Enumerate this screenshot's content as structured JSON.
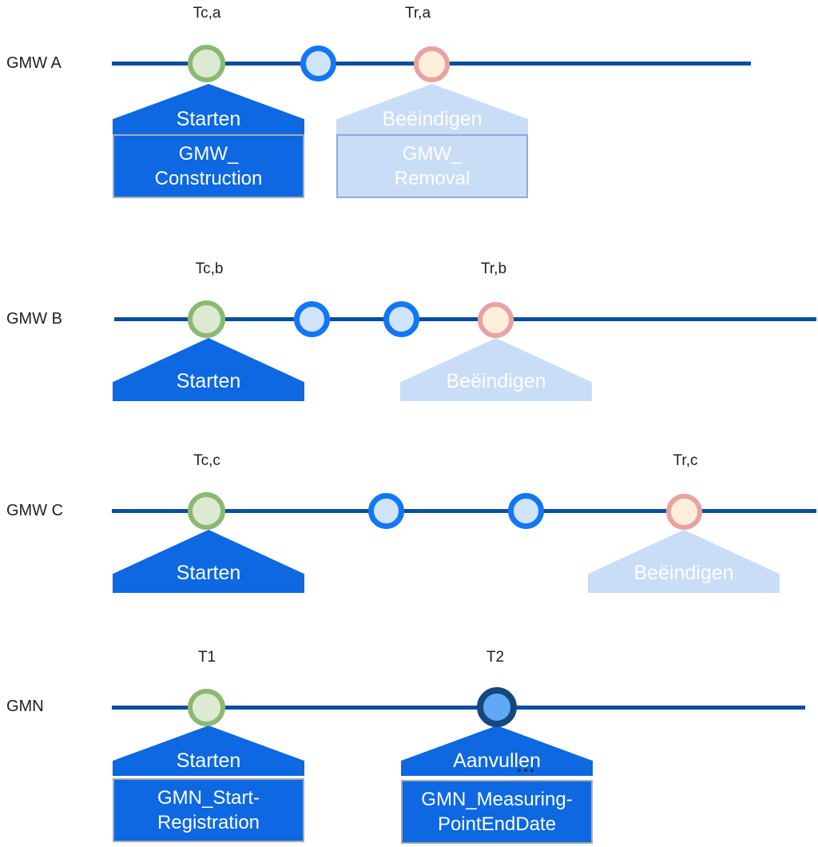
{
  "diagram": {
    "colors": {
      "timeline": "#0c4e9e",
      "blue_bright": "#0d68e1",
      "blue_circle_border": "#1377f4",
      "blue_circle_fill": "#cfe3f9",
      "light_blue": "#c9ddf6",
      "light_blue_border": "#8faadc",
      "green_border": "#8cb871",
      "green_fill": "#dcead2",
      "pink_border": "#e9a2a0",
      "pink_fill": "#fdeedc",
      "navy_border": "#17477e",
      "sky_fill": "#5fa9f5",
      "box_border_gray": "#a6a9ad"
    },
    "rows": [
      {
        "label": "GMW A",
        "events": [
          {
            "time_label": "Tc,a"
          },
          {
            "time_label": "Tr,a"
          }
        ],
        "markers": [
          "green-start",
          "blue-intermediate",
          "pink-removal"
        ],
        "callouts": {
          "start": {
            "title": "Starten",
            "box_line1": "GMW_",
            "box_line2": "Construction"
          },
          "end": {
            "title": "Beëindigen",
            "box_line1": "GMW_",
            "box_line2": "Removal"
          }
        }
      },
      {
        "label": "GMW B",
        "events": [
          {
            "time_label": "Tc,b"
          },
          {
            "time_label": "Tr,b"
          }
        ],
        "markers": [
          "green-start",
          "blue-intermediate",
          "blue-intermediate",
          "pink-removal"
        ],
        "callouts": {
          "start": {
            "title": "Starten"
          },
          "end": {
            "title": "Beëindigen"
          }
        }
      },
      {
        "label": "GMW C",
        "events": [
          {
            "time_label": "Tc,c"
          },
          {
            "time_label": "Tr,c"
          }
        ],
        "markers": [
          "green-start",
          "blue-intermediate",
          "blue-intermediate",
          "pink-removal"
        ],
        "callouts": {
          "start": {
            "title": "Starten"
          },
          "end": {
            "title": "Beëindigen"
          }
        }
      },
      {
        "label": "GMN",
        "events": [
          {
            "time_label": "T1"
          },
          {
            "time_label": "T2"
          }
        ],
        "markers": [
          "green-start",
          "navy-end"
        ],
        "callouts": {
          "start": {
            "title": "Starten",
            "box_line1": "GMN_Start-",
            "box_line2": "Registration"
          },
          "end": {
            "title": "Aanvullen",
            "ellipsis": "…",
            "box_line1": "GMN_Measuring-",
            "box_line2": "PointEndDate"
          }
        }
      }
    ]
  }
}
